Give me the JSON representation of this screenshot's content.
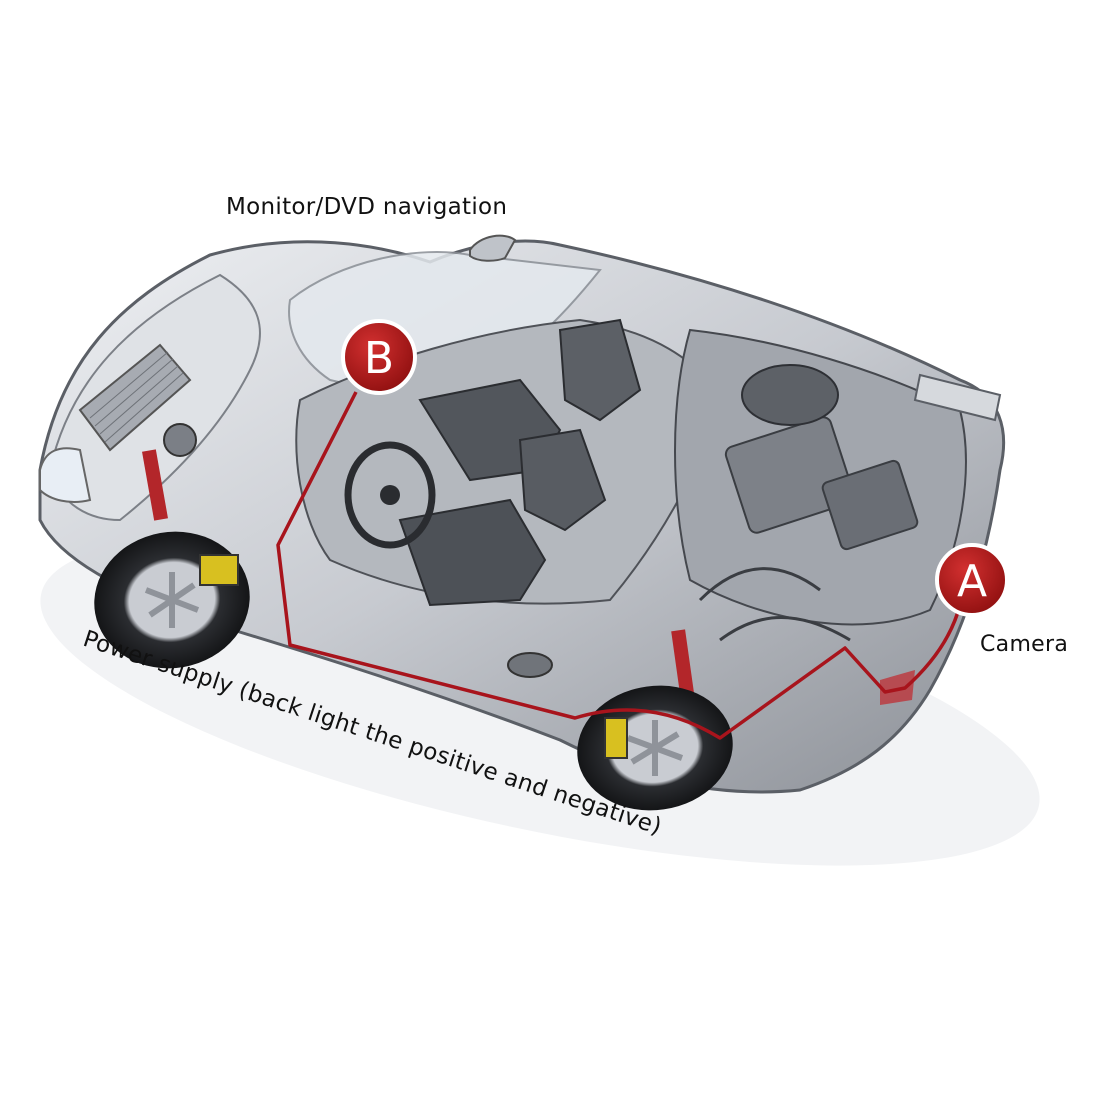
{
  "labels": {
    "monitor": "Monitor/DVD navigation",
    "camera": "Camera",
    "power": "Power supply (back light the positive and negative)"
  },
  "markers": {
    "a": "A",
    "b": "B"
  },
  "colors": {
    "marker_fill": "#b01717",
    "wire": "#a8141c",
    "body": "#c9ccd1",
    "body_dark": "#6d7178",
    "glass": "#e6ebf0"
  }
}
